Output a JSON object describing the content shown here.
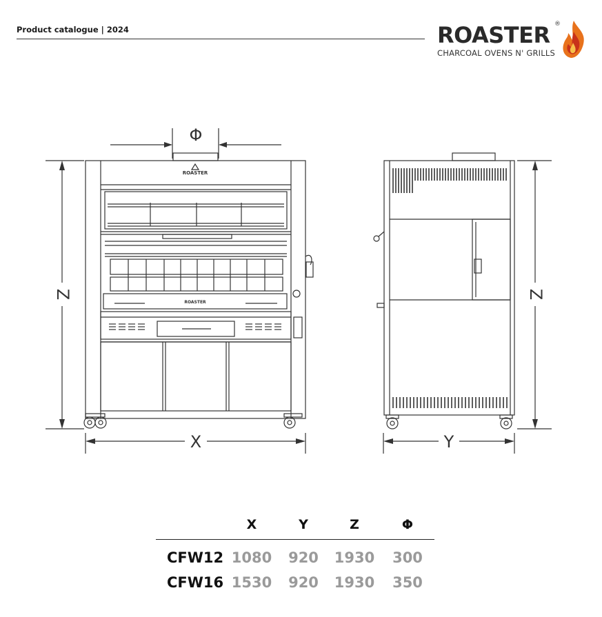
{
  "header": {
    "catalogue_label": "Product catalogue | 2024"
  },
  "logo": {
    "brand": "ROASTER",
    "registered_mark": "®",
    "tagline": "CHARCOAL OVENS N' GRILLS",
    "small_badge": "ROASTER"
  },
  "dimensions_labels": {
    "phi": "Φ",
    "x": "X",
    "y": "Y",
    "z": "Z"
  },
  "spec_table": {
    "headers": [
      "",
      "X",
      "Y",
      "Z",
      "Φ"
    ],
    "rows": [
      {
        "model": "CFW12",
        "x": "1080",
        "y": "920",
        "z": "1930",
        "phi": "300"
      },
      {
        "model": "CFW16",
        "x": "1530",
        "y": "920",
        "z": "1930",
        "phi": "350"
      }
    ]
  },
  "colors": {
    "line": "#333333",
    "value_gray": "#9a9a9a",
    "flame_orange": "#e8721c",
    "flame_red": "#c8321a"
  }
}
